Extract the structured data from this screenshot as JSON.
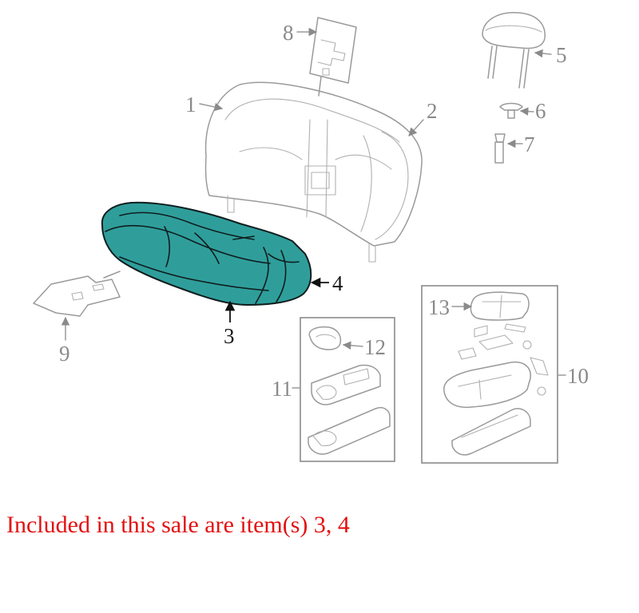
{
  "callouts": {
    "c1": "1",
    "c2": "2",
    "c3": "3",
    "c4": "4",
    "c5": "5",
    "c6": "6",
    "c7": "7",
    "c8": "8",
    "c9": "9",
    "c10": "10",
    "c11": "11",
    "c12": "12",
    "c13": "13"
  },
  "caption": "Included in this sale are item(s) 3, 4",
  "colors": {
    "highlight_fill": "#2f9e9b",
    "caption_text": "#e31010",
    "line_art": "#9a9a9a"
  }
}
